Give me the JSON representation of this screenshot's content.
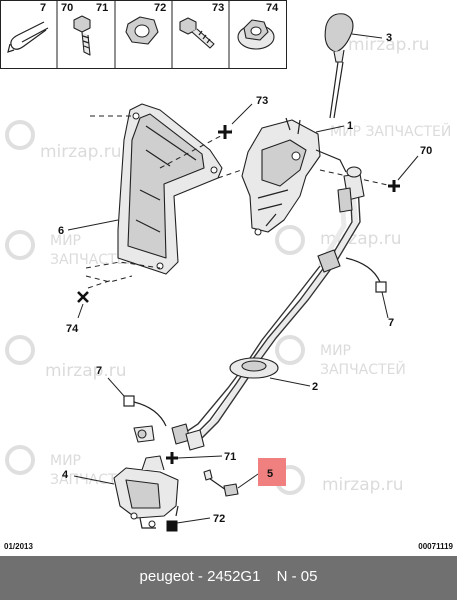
{
  "header_parts": [
    {
      "number": "7",
      "icon": "hose-clip-icon"
    },
    {
      "number": "70",
      "icon": "bolt-icon"
    },
    {
      "number": "71",
      "icon": "bolt-icon"
    },
    {
      "number": "72",
      "icon": "nut-icon"
    },
    {
      "number": "73",
      "icon": "bolt-icon"
    },
    {
      "number": "74",
      "icon": "washer-nut-icon"
    }
  ],
  "callouts": {
    "c3": "3",
    "c1": "1",
    "c73": "73",
    "c70": "70",
    "c6": "6",
    "c74": "74",
    "c7a": "7",
    "c7b": "7",
    "c2": "2",
    "c71": "71",
    "c4": "4",
    "c5": "5",
    "c72": "72"
  },
  "watermark": {
    "site": "mirzap.ru",
    "line1": "МИР",
    "line2": "ЗАПЧАСТЕЙ",
    "line_combined": "МИР ЗАПЧАСТЕЙ"
  },
  "corner_left": "01/2013",
  "corner_right": "00071119",
  "footer": {
    "brand_code": "peugeot - 2452G1",
    "section": "N - 05"
  },
  "colors": {
    "highlight": "#f08080",
    "footer_bg": "#707070"
  }
}
